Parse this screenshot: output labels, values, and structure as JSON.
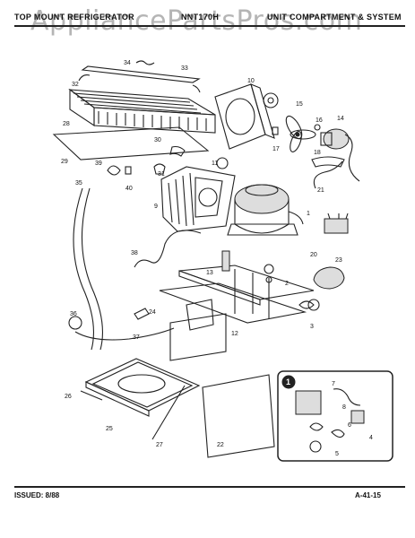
{
  "watermark": "AppliancePartsPros.com",
  "header": {
    "title": "TOP MOUNT REFRIGERATOR",
    "model": "NNT170H",
    "section": "UNIT COMPARTMENT & SYSTEM"
  },
  "footer": {
    "issued": "ISSUED: 8/88",
    "page_code": "A-41-15"
  },
  "inset_badge": "1",
  "callouts": [
    "1",
    "2",
    "3",
    "4",
    "5",
    "6",
    "7",
    "8",
    "9",
    "10",
    "11",
    "12",
    "13",
    "14",
    "15",
    "16",
    "17",
    "18",
    "20",
    "21",
    "22",
    "23",
    "24",
    "25",
    "26",
    "27",
    "28",
    "29",
    "30",
    "31",
    "32",
    "33",
    "34",
    "35",
    "36",
    "37",
    "38",
    "39",
    "40"
  ]
}
